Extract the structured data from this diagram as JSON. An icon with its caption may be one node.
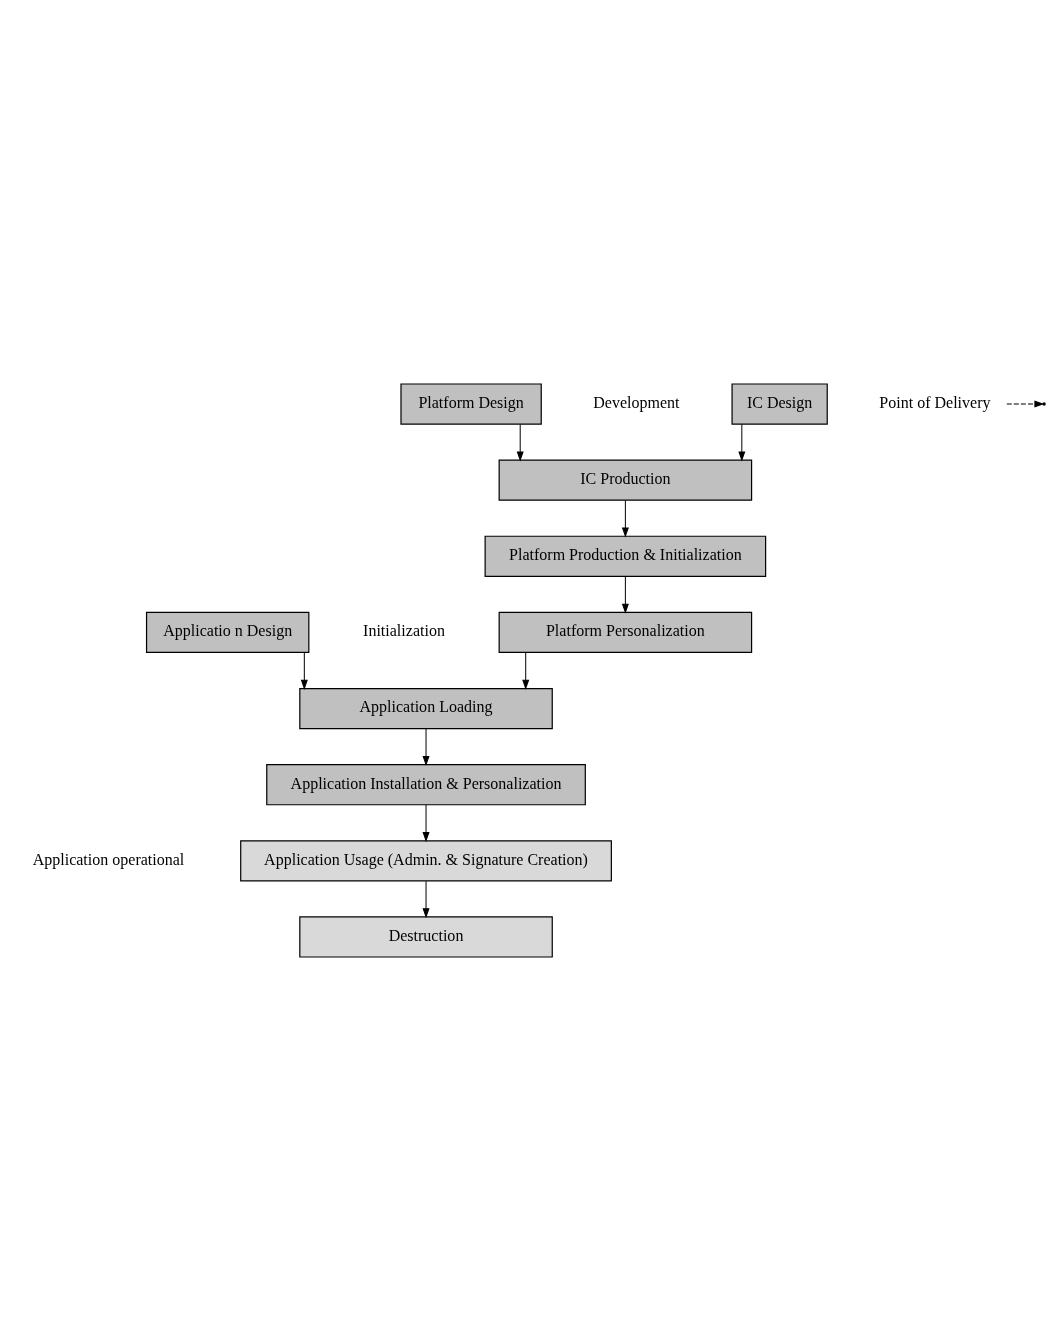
{
  "diagram": {
    "nodes": [
      {
        "text": [
          "IC Design"
        ]
      },
      {
        "text": [
          "Platform Design"
        ]
      },
      {
        "text": [
          "Applicatio n Design"
        ]
      },
      {
        "text": [
          "IC Production"
        ]
      },
      {
        "text": [
          "Platform Production & Initialization"
        ]
      },
      {
        "text": [
          "Platform Personalization"
        ]
      },
      {
        "text": [
          "Application Loading"
        ]
      },
      {
        "text": [
          "Application Installation & Personalization"
        ]
      },
      {
        "text": [
          "Application Usage (Admin. & Signature Creation)"
        ]
      },
      {
        "text": [
          "Destruction"
        ]
      },
      {
        "text": [
          "Point of Delivery"
        ]
      }
    ],
    "edges": [
      {
        "from": 0,
        "to": 3,
        "arrow": "to"
      },
      {
        "from": 1,
        "to": 3,
        "arrow": "to"
      },
      {
        "from": 2,
        "to": 6,
        "arrow": "to"
      },
      {
        "from": 3,
        "to": 4,
        "arrow": "to"
      },
      {
        "from": 4,
        "to": 5,
        "arrow": "to"
      },
      {
        "from": 5,
        "to": 6,
        "arrow": "to"
      },
      {
        "from": 6,
        "to": 7,
        "arrow": "to"
      },
      {
        "from": 7,
        "to": 8,
        "arrow": "to"
      },
      {
        "from": 8,
        "to": 9,
        "arrow": "to"
      },
      {
        "from": 10,
        "to": null,
        "arrow": "to",
        "style": "dashed"
      }
    ],
    "labels": [
      "Development",
      "Initialization",
      "Application operational"
    ]
  }
}
